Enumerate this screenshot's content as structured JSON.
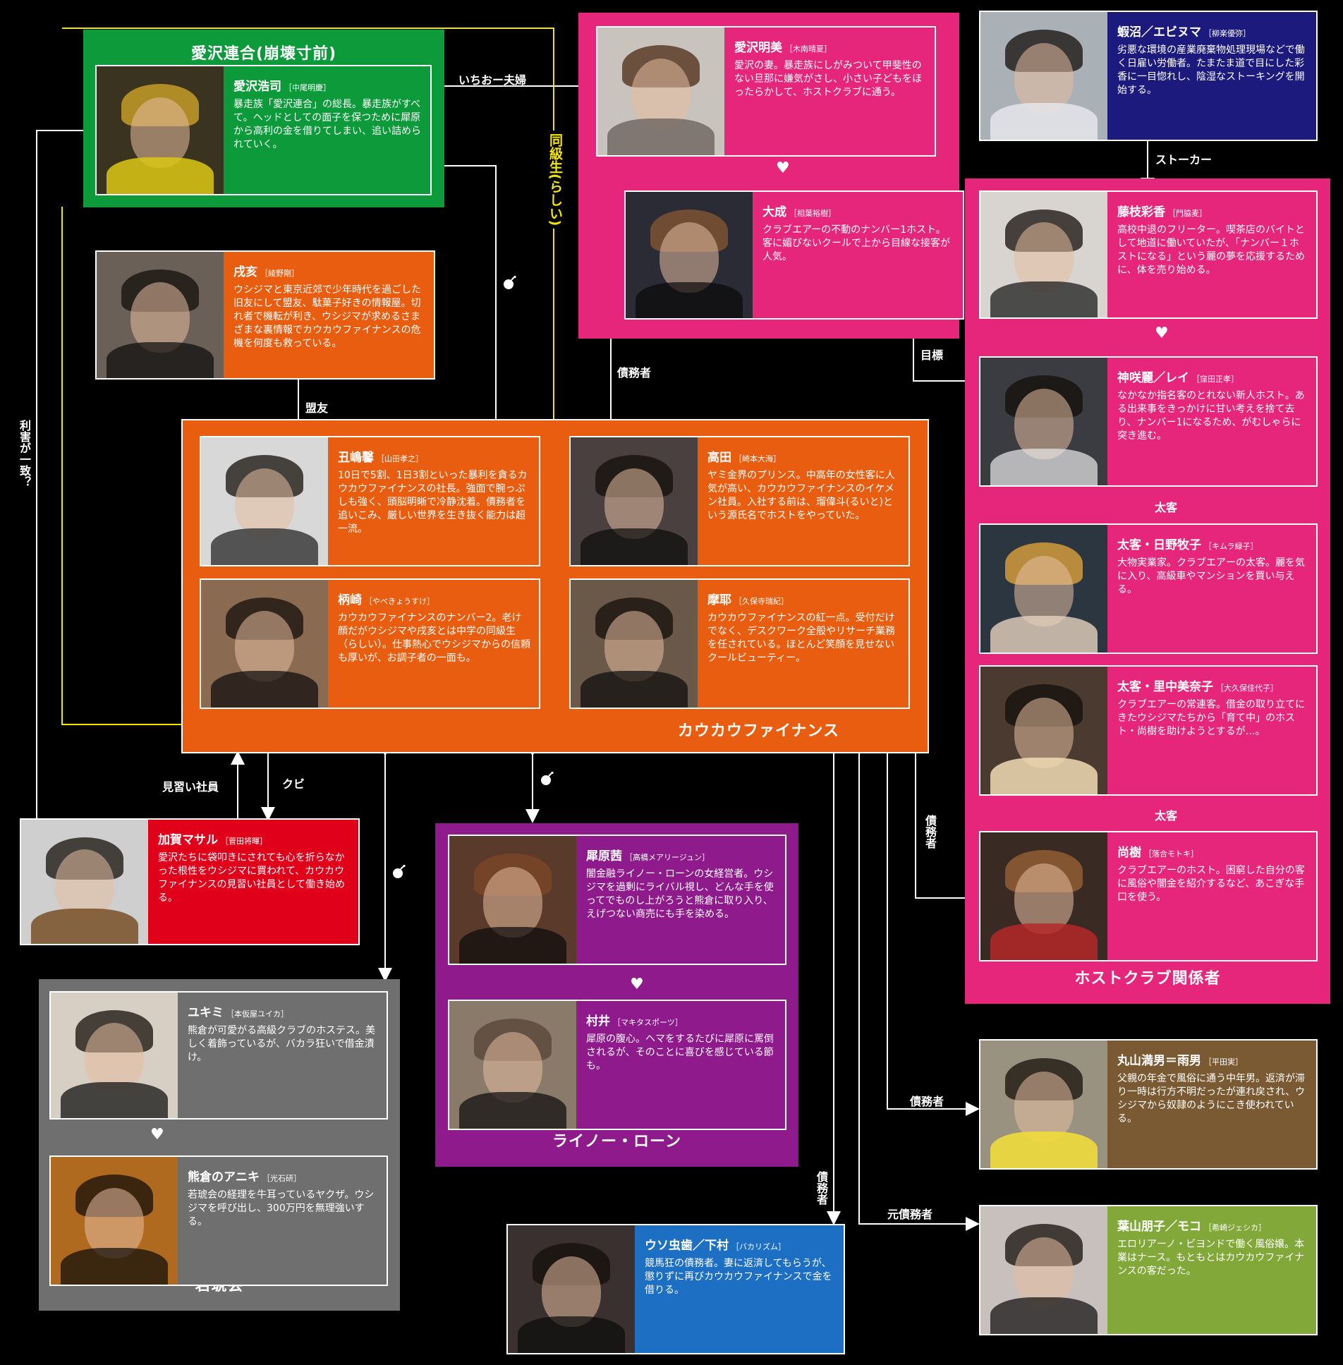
{
  "colors": {
    "green": "#0c9a3a",
    "pink": "#e5267a",
    "orange": "#e85d10",
    "navy": "#1d1a7e",
    "red": "#e1001a",
    "purple": "#8e1a8c",
    "gray": "#6f6f6f",
    "brown": "#7a5a32",
    "blue": "#1d6fc4",
    "olive": "#83a83a",
    "yellow": "#f4e600"
  },
  "groups": {
    "aizawa": "愛沢連合(崩壊寸前)",
    "kaukau": "カウカウファイナンス",
    "host": "ホストクラブ関係者",
    "rhino": "ライノー・ローン",
    "wakatora": "若琥会"
  },
  "people": {
    "aizawa_koji": {
      "name": "愛沢浩司",
      "actor": "［中尾明慶］",
      "desc": "暴走族「愛沢連合」の総長。暴走族がすべて。ヘッドとしての面子を保つために犀原から高利の金を借りてしまい、追い詰められていく。"
    },
    "aizawa_akemi": {
      "name": "愛沢明美",
      "actor": "［木南晴夏］",
      "desc": "愛沢の妻。暴走族にしがみついて甲斐性のない旦那に嫌気がさし、小さい子どもをほったらかして、ホストクラブに通う。"
    },
    "ebinuma": {
      "name": "蝦沼／エビヌマ",
      "actor": "［柳楽優弥］",
      "desc": "劣悪な環境の産業廃棄物処理現場などで働く日雇い労働者。たまたま道で目にした彩香に一目惚れし、陰湿なストーキングを開始する。"
    },
    "taisei": {
      "name": "大成",
      "actor": "［相葉裕樹］",
      "desc": "クラブエアーの不動のナンバー1ホスト。客に媚びないクールで上から目線な接客が人気。"
    },
    "fujieda": {
      "name": "藤枝彩香",
      "actor": "［門脇麦］",
      "desc": "高校中退のフリーター。喫茶店のバイトとして地道に働いていたが、「ナンバー１ホストになる」という麗の夢を応援するために、体を売り始める。"
    },
    "inui": {
      "name": "戌亥",
      "actor": "［綾野剛］",
      "desc": "ウシジマと東京近郊で少年時代を過ごした旧友にして盟友、駄菓子好きの情報屋。切れ者で機転が利き、ウシジマが求めるさまざまな裏情報でカウカウファイナンスの危機を何度も救っている。"
    },
    "kamisaki": {
      "name": "神咲麗／レイ",
      "actor": "［窪田正孝］",
      "desc": "なかなか指名客のとれない新人ホスト。ある出来事をきっかけに甘い考えを捨て去り、ナンバー1になるため、がむしゃらに突き進む。"
    },
    "ushijima": {
      "name": "丑嶋馨",
      "actor": "［山田孝之］",
      "desc": "10日で5割、1日3割といった暴利を貪るカウカウファイナンスの社長。強面で腕っぷしも強く、頭脳明晰で冷静沈着。債務者を追いこみ、厳しい世界を生き抜く能力は超一流。"
    },
    "takada": {
      "name": "高田",
      "actor": "［崎本大海］",
      "desc": "ヤミ金界のプリンス。中高年の女性客に人気が高い、カウカウファイナンスのイケメン社員。入社する前は、瑠偉斗(るいと)という源氏名でホストをやっていた。"
    },
    "hinono": {
      "name": "太客・日野牧子",
      "actor": "［キムラ緑子］",
      "desc": "大物実業家。クラブエアーの太客。麗を気に入り、高級車やマンションを買い与える。"
    },
    "kashiwazaki": {
      "name": "柄崎",
      "actor": "［やべきょうすけ］",
      "desc": "カウカウファイナンスのナンバー2。老け顔だがウシジマや戌亥とは中学の同級生（らしい）。仕事熱心でウシジマからの信頼も厚いが、お調子者の一面も。"
    },
    "maya": {
      "name": "摩耶",
      "actor": "［久保寺瑞紀］",
      "desc": "カウカウファイナンスの紅一点。受付だけでなく、デスクワーク全般やリサーチ業務を任されている。ほとんど笑顔を見せないクールビューティー。"
    },
    "satonaka": {
      "name": "太客・里中美奈子",
      "actor": "［大久保佳代子］",
      "desc": "クラブエアーの常連客。借金の取り立てにきたウシジマたちから「育て中」のホスト・尚樹を助けようとするが…。"
    },
    "kaga": {
      "name": "加賀マサル",
      "actor": "［菅田将暉］",
      "desc": "愛沢たちに袋叩きにされても心を折らなかった根性をウシジマに買われて、カウカウファイナンスの見習い社員として働き始める。"
    },
    "saibara": {
      "name": "犀原茜",
      "actor": "［高橋メアリージュン］",
      "desc": "闇金融ライノー・ローンの女経営者。ウシジマを過剰にライバル視し、どんな手を使ってでものし上がろうと熊倉に取り入り、えげつない商売にも手を染める。"
    },
    "naoki": {
      "name": "尚樹",
      "actor": "［落合モトキ］",
      "desc": "クラブエアーのホスト。困窮した自分の客に風俗や闇金を紹介するなど、あこぎな手口を使う。"
    },
    "yukimi": {
      "name": "ユキミ",
      "actor": "［本仮屋ユイカ］",
      "desc": "熊倉が可愛がる高級クラブのホステス。美しく着飾っているが、バカラ狂いで借金漬け。"
    },
    "murai": {
      "name": "村井",
      "actor": "［マキタスポーツ］",
      "desc": "犀原の腹心。ヘマをするたびに犀原に罵倒されるが、そのことに喜びを感じている節も。"
    },
    "maruyama": {
      "name": "丸山満男＝雨男",
      "actor": "［平田実］",
      "desc": "父親の年金で風俗に通う中年男。返済が滞り一時は行方不明だったが連れ戻され、ウシジマから奴隷のようにこき使われている。"
    },
    "kumakura": {
      "name": "熊倉のアニキ",
      "actor": "［光石研］",
      "desc": "若琥会の経理を牛耳っているヤクザ。ウシジマを呼び出し、300万円を無理強いする。"
    },
    "usomushiba": {
      "name": "ウソ虫歯／下村",
      "actor": "［バカリズム］",
      "desc": "競馬狂の債務者。妻に返済してもらうが、懲りずに再びカウカウファイナンスで金を借りる。"
    },
    "hayama": {
      "name": "葉山朋子／モコ",
      "actor": "［希崎ジェシカ］",
      "desc": "エロリアーノ・ビヨンドで働く風俗嬢。本業はナース。もともとはカウカウファイナンスの客だった。"
    }
  },
  "labels": {
    "couple": "いちおー夫婦",
    "classmates": "同級生(らしい)",
    "stalker": "ストーカー",
    "goal": "目標",
    "debtor_top": "債務者",
    "sworn_friend": "盟友",
    "interest": "利害が一致？",
    "futokyaku1": "太客",
    "futokyaku2": "太客",
    "apprentice": "見習い社員",
    "fired": "クビ",
    "debtor_right": "債務者",
    "debtor_maruyama": "債務者",
    "debtor_bottom": "債務者",
    "former_debtor": "元債務者"
  }
}
